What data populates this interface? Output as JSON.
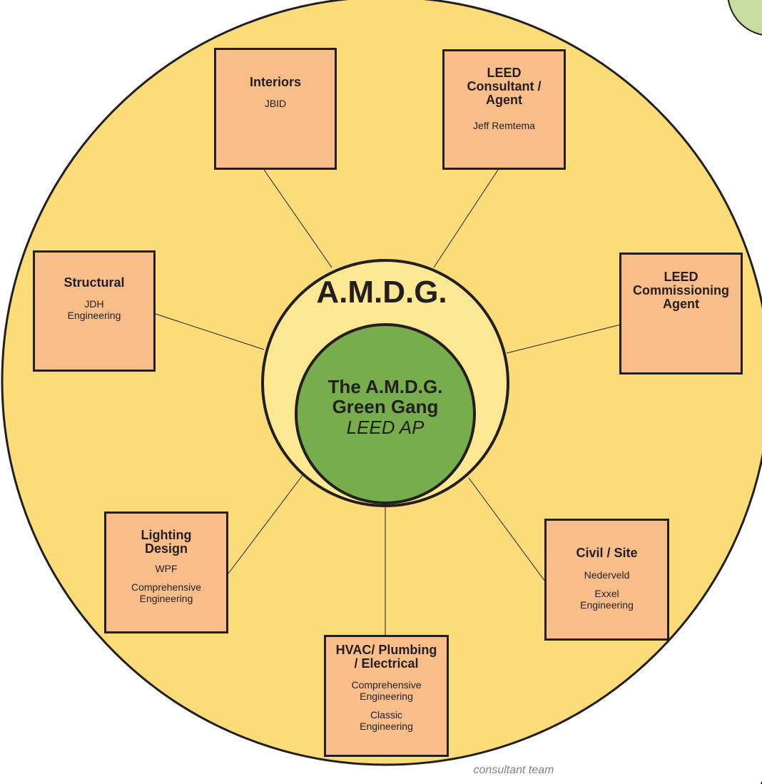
{
  "diagram": {
    "outer_label": "A.M.D.G.",
    "center": {
      "line1": "The A.M.D.G.",
      "line2": "Green Gang",
      "sub": "LEED AP"
    },
    "nodes": {
      "interiors": {
        "title": "Interiors",
        "sub1": "JBID"
      },
      "leed_consultant": {
        "title_1": "LEED",
        "title_2": "Consultant /",
        "title_3": "Agent",
        "sub1": "Jeff Remtema"
      },
      "structural": {
        "title": "Structural",
        "sub1_1": "JDH",
        "sub1_2": "Engineering"
      },
      "leed_commissioning": {
        "title_1": "LEED",
        "title_2": "Commissioning",
        "title_3": "Agent"
      },
      "lighting": {
        "title_1": "Lighting",
        "title_2": "Design",
        "sub1": "WPF",
        "sub2_1": "Comprehensive",
        "sub2_2": "Engineering"
      },
      "civil": {
        "title": "Civil / Site",
        "sub1": "Nederveld",
        "sub2_1": "Exxel",
        "sub2_2": "Engineering"
      },
      "hvac": {
        "title_1": "HVAC/ Plumbing",
        "title_2": "/ Electrical",
        "sub1_1": "Comprehensive",
        "sub1_2": "Engineering",
        "sub2_1": "Classic",
        "sub2_2": "Engineering"
      }
    },
    "caption": "consultant team",
    "colors": {
      "outer_circle": "#fbdc78",
      "inner_ring": "#fce792",
      "center_circle": "#78ad4d",
      "box_fill": "#f9bd89",
      "stroke": "#231f20",
      "caption": "#808285"
    }
  }
}
